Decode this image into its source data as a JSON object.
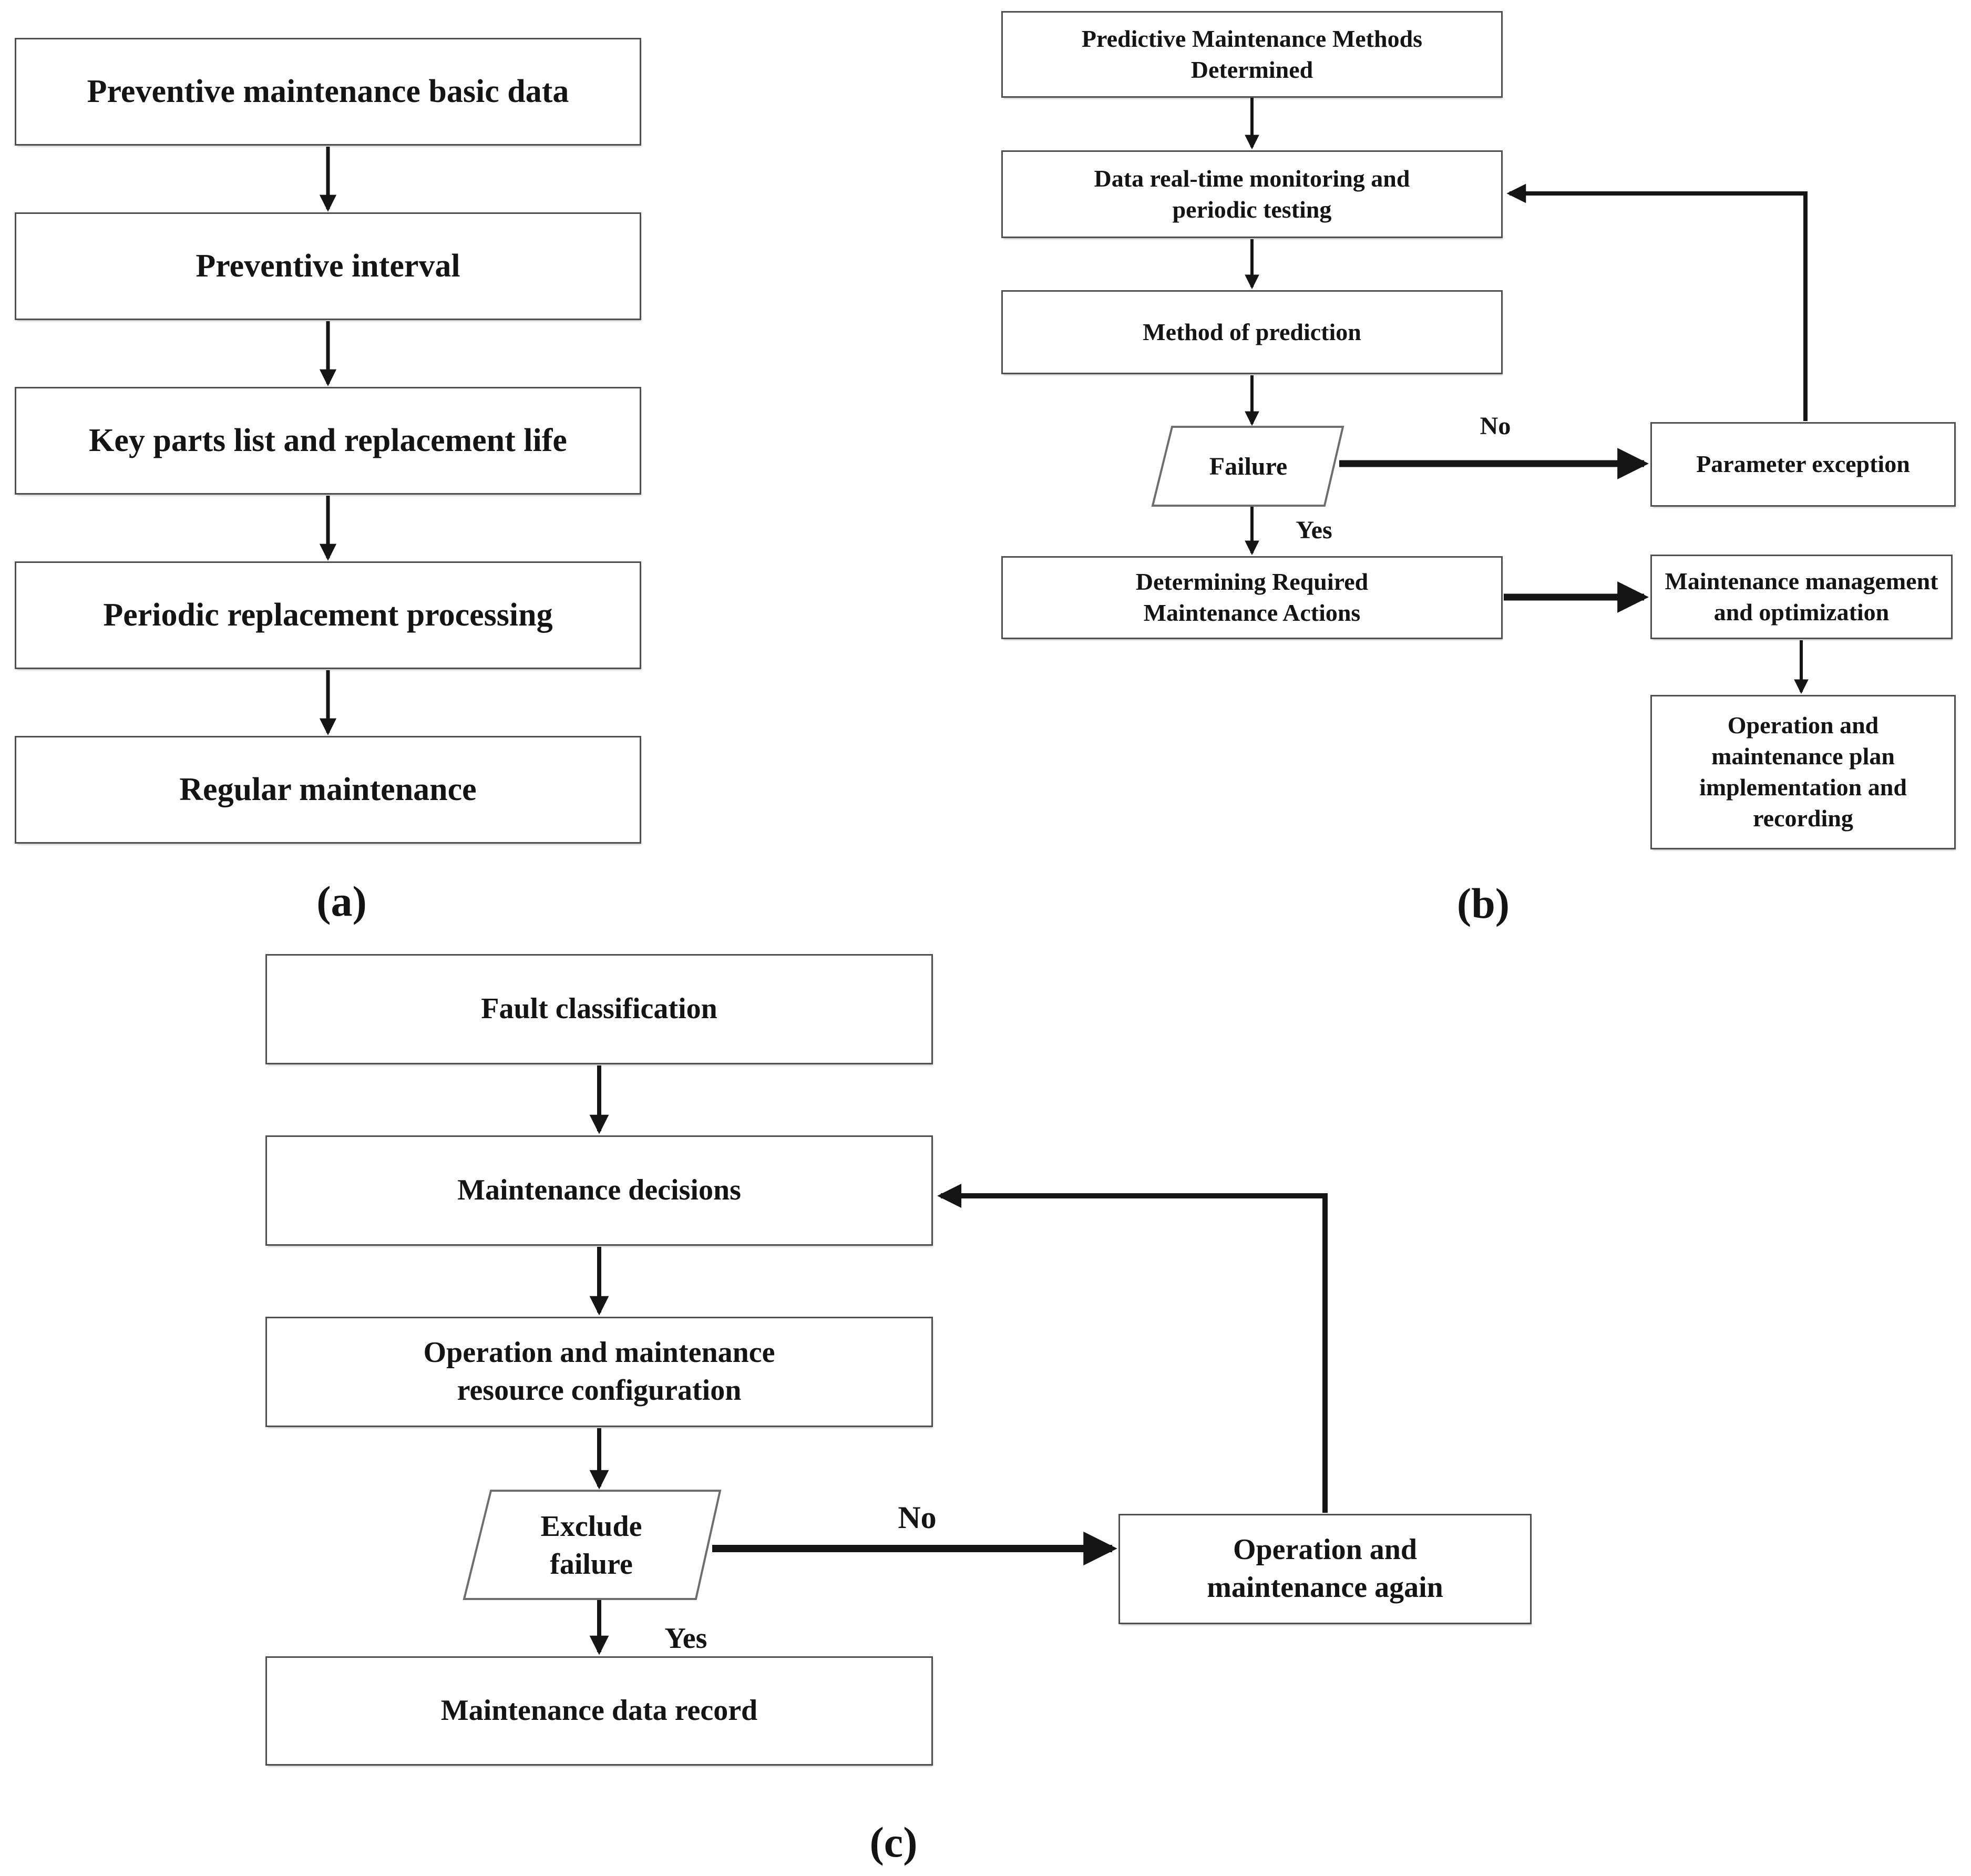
{
  "figure": {
    "background": "#ffffff",
    "ink": "#141414",
    "box_border": "#4f4f4f"
  },
  "diagram_a": {
    "caption": "(a)",
    "nodes": [
      {
        "label": "Preventive maintenance basic data"
      },
      {
        "label": "Preventive interval"
      },
      {
        "label": "Key parts list and replacement life"
      },
      {
        "label": "Periodic replacement processing"
      },
      {
        "label": "Regular maintenance"
      }
    ]
  },
  "diagram_b": {
    "caption": "(b)",
    "nodes": {
      "predictive": "Predictive Maintenance Methods\nDetermined",
      "monitoring": "Data real-time monitoring and\nperiodic testing",
      "method": "Method of prediction",
      "failure": "Failure",
      "parameter": "Parameter exception",
      "determining": "Determining Required\nMaintenance Actions",
      "management": "Maintenance management\nand optimization",
      "plan": "Operation and\nmaintenance plan\nimplementation and\nrecording"
    },
    "labels": {
      "no": "No",
      "yes": "Yes"
    }
  },
  "diagram_c": {
    "caption": "(c)",
    "nodes": {
      "fault": "Fault classification",
      "decisions": "Maintenance decisions",
      "resource": "Operation and maintenance\nresource configuration",
      "exclude": "Exclude\nfailure",
      "record": "Maintenance data record",
      "again": "Operation and\nmaintenance again"
    },
    "labels": {
      "no": "No",
      "yes": "Yes"
    }
  }
}
